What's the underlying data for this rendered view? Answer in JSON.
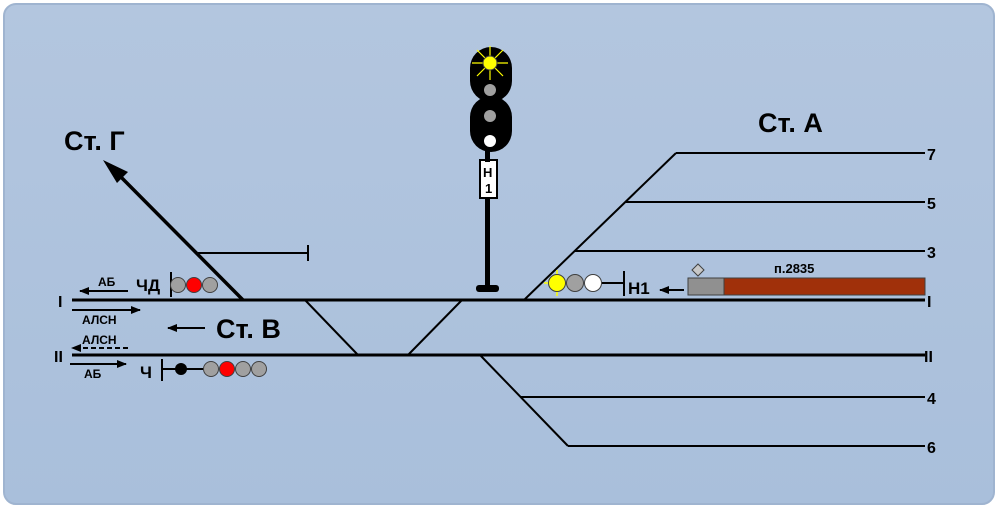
{
  "stations": {
    "a": "Ст. А",
    "g": "Ст. Г",
    "v": "Ст. В"
  },
  "tracks": {
    "main_1": "I",
    "main_1_left": "I",
    "main_2": "II",
    "main_2_left": "II",
    "t3": "3",
    "t4": "4",
    "t5": "5",
    "t6": "6",
    "t7": "7"
  },
  "signals": {
    "chd": "ЧД",
    "ch": "Ч",
    "n1": "Н1",
    "mast_plate_top": "Н",
    "mast_plate_bottom": "1"
  },
  "labels": {
    "ab_top": "АБ",
    "alsn_1": "АЛСН",
    "alsn_2": "АЛСН",
    "ab_bottom": "АБ",
    "train": "п.2835"
  },
  "colors": {
    "background": "#b0c4de",
    "line": "#000000",
    "lamp_yellow": "#ffff00",
    "lamp_red": "#ff0000",
    "lamp_grey": "#a0a0a0",
    "lamp_white": "#ffffff",
    "train_body": "#a0300a",
    "train_cab": "#909090"
  }
}
